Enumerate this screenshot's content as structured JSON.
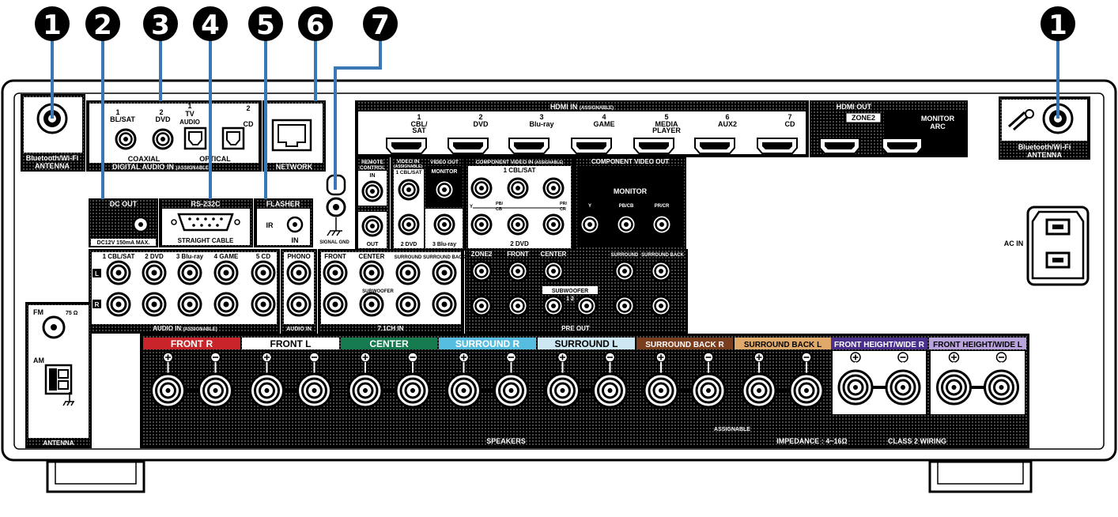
{
  "callouts": [
    "1",
    "2",
    "3",
    "4",
    "5",
    "6",
    "7",
    "1"
  ],
  "antenna_bt": {
    "line1": "Bluetooth/Wi-Fi",
    "line2": "ANTENNA"
  },
  "digital_audio": {
    "coax_1": "1",
    "coax_1b": "BL/SAT",
    "coax_2": "2",
    "coax_2b": "DVD",
    "opt_1": "1",
    "opt_1b": "TV",
    "opt_1c": "AUDIO",
    "opt_2": "2",
    "opt_2b": "CD",
    "coaxial": "COAXIAL",
    "optical": "OPTICAL",
    "title": "DIGITAL AUDIO IN",
    "assignable": "(ASSIGNABLE)"
  },
  "network": "NETWORK",
  "hdmi_in": {
    "title": "HDMI IN",
    "assignable": "(ASSIGNABLE)",
    "inputs": [
      {
        "n": "1",
        "l1": "CBL/",
        "l2": "SAT"
      },
      {
        "n": "2",
        "l1": "DVD",
        "l2": ""
      },
      {
        "n": "3",
        "l1": "Blu-ray",
        "l2": ""
      },
      {
        "n": "4",
        "l1": "GAME",
        "l2": ""
      },
      {
        "n": "5",
        "l1": "MEDIA",
        "l2": "PLAYER"
      },
      {
        "n": "6",
        "l1": "AUX2",
        "l2": ""
      },
      {
        "n": "7",
        "l1": "CD",
        "l2": ""
      }
    ]
  },
  "hdmi_out": {
    "title": "HDMI OUT",
    "zone2": "ZONE2",
    "monitor": "MONITOR",
    "arc": "ARC"
  },
  "dc_out": {
    "title": "DC OUT",
    "spec": "DC12V 150mA MAX."
  },
  "rs232c": {
    "title": "RS-232C",
    "cable": "STRAIGHT CABLE"
  },
  "flasher": {
    "title": "FLASHER",
    "ir": "IR",
    "in": "IN"
  },
  "signal_gnd": "SIGNAL GND",
  "remote": {
    "l1": "REMOTE",
    "l2": "CONTROL",
    "in": "IN",
    "out": "OUT"
  },
  "video_in": {
    "title": "VIDEO IN",
    "assignable": "(ASSIGNABLE)",
    "cbl": "1 CBL/SAT",
    "dvd": "2 DVD",
    "bluray": "3 Blu-ray"
  },
  "video_out": {
    "title": "VIDEO OUT",
    "monitor": "MONITOR"
  },
  "comp_in": {
    "title": "COMPONENT VIDEO IN",
    "assignable": "(ASSIGNABLE)",
    "cbl": "1 CBL/SAT",
    "dvd": "2 DVD",
    "y": "Y",
    "pb": "PB/",
    "cb": "CB",
    "pr": "PR/",
    "cr": "CR"
  },
  "comp_out": {
    "title": "COMPONENT VIDEO OUT",
    "monitor": "MONITOR",
    "y": "Y",
    "pb": "PB/CB",
    "pr": "PR/CR"
  },
  "ac_in": "AC IN",
  "audio_in": {
    "labels": [
      "1 CBL/SAT",
      "2 DVD",
      "3 Blu-ray",
      "4 GAME",
      "5 CD"
    ],
    "l": "L",
    "r": "R",
    "title": "AUDIO IN",
    "assignable": "(ASSIGNABLE)"
  },
  "phono": {
    "title": "PHONO",
    "label": "AUDIO IN"
  },
  "ch71": {
    "front": "FRONT",
    "center": "CENTER",
    "surround": "SURROUND",
    "surround_back": "SURROUND BACK",
    "subwoofer": "SUBWOOFER",
    "title": "7.1CH IN"
  },
  "pre_out": {
    "zone2": "ZONE2",
    "front": "FRONT",
    "center": "CENTER",
    "surround": "SURROUND",
    "surround_back": "SURROUND BACK",
    "subwoofer": "SUBWOOFER",
    "sub12": "1  2",
    "title": "PRE OUT"
  },
  "fm_am": {
    "fm": "FM",
    "ohm": "75 Ω",
    "am": "AM",
    "antenna": "ANTENNA"
  },
  "speakers": {
    "channels": [
      {
        "name": "FRONT",
        "side": "R",
        "color": "#c8242a"
      },
      {
        "name": "FRONT",
        "side": "L",
        "color": "#ffffff"
      },
      {
        "name": "CENTER",
        "side": "",
        "color": "#167a4f"
      },
      {
        "name": "SURROUND",
        "side": "R",
        "color": "#56bde0"
      },
      {
        "name": "SURROUND",
        "side": "L",
        "color": "#cde8f3"
      },
      {
        "name": "SURROUND BACK",
        "side": "R",
        "color": "#7a3e1e"
      },
      {
        "name": "SURROUND BACK",
        "side": "L",
        "color": "#e0a96a"
      },
      {
        "name": "FRONT HEIGHT/WIDE",
        "side": "R",
        "color": "#4a2f8c"
      },
      {
        "name": "FRONT HEIGHT/WIDE",
        "side": "L",
        "color": "#b9a3dd"
      }
    ],
    "title": "SPEAKERS",
    "assignable": "ASSIGNABLE",
    "impedance": "IMPEDANCE : 4~16Ω",
    "class2": "CLASS 2 WIRING"
  },
  "colors": {
    "accent": "#3a78b5",
    "panel": "#000000",
    "body": "#ffffff"
  }
}
